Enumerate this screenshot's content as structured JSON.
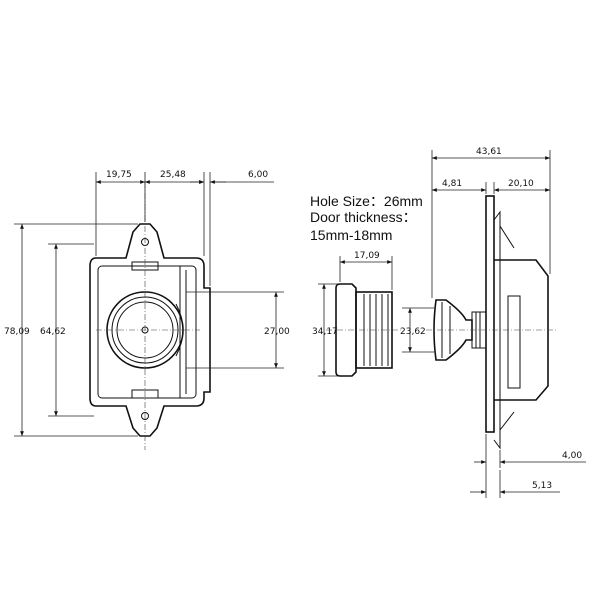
{
  "notes": {
    "hole_size": "Hole Size：26mm",
    "door_thickness_label": "Door thickness：",
    "door_thickness_value": "15mm-18mm"
  },
  "dimensions": {
    "d_19_75": "19,75",
    "d_25_48": "25,48",
    "d_6_00": "6,00",
    "d_78_09": "78,09",
    "d_64_62": "64,62",
    "d_27_00": "27,00",
    "d_17_09": "17,09",
    "d_34_17": "34,17",
    "d_23_62": "23,62",
    "d_43_61": "43,61",
    "d_4_81": "4,81",
    "d_20_10": "20,10",
    "d_4_00": "4,00",
    "d_5_13": "5,13"
  }
}
